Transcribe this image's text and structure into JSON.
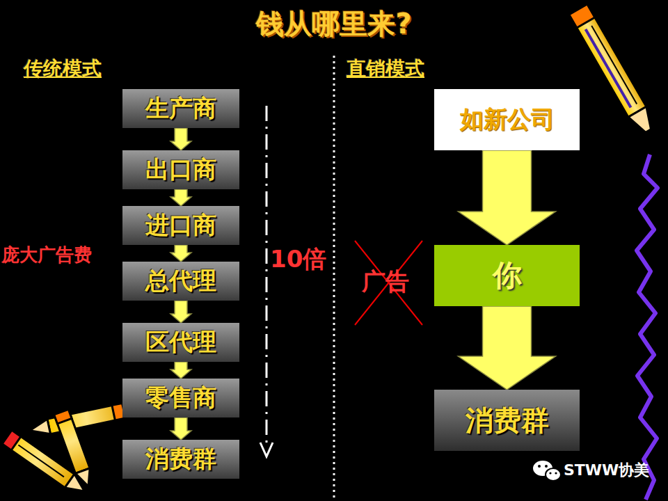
{
  "diagram": {
    "title": "钱从哪里来?",
    "nodes": [
      {
        "text": [
          "生产商"
        ]
      },
      {
        "text": [
          "出口商"
        ]
      },
      {
        "text": [
          "进口商"
        ]
      },
      {
        "text": [
          "总代理"
        ]
      },
      {
        "text": [
          "区代理"
        ]
      },
      {
        "text": [
          "零售商"
        ]
      },
      {
        "text": [
          "消费群"
        ]
      },
      {
        "text": [
          "如新公司"
        ]
      },
      {
        "text": [
          "你"
        ]
      },
      {
        "text": [
          "消费群"
        ]
      }
    ],
    "edges": [
      {
        "from": 0,
        "to": 1,
        "arrow": "to"
      },
      {
        "from": 1,
        "to": 2,
        "arrow": "to"
      },
      {
        "from": 2,
        "to": 3,
        "arrow": "to"
      },
      {
        "from": 3,
        "to": 4,
        "arrow": "to"
      },
      {
        "from": 4,
        "to": 5,
        "arrow": "to"
      },
      {
        "from": 5,
        "to": 6,
        "arrow": "to"
      },
      {
        "from": 7,
        "to": 8,
        "arrow": "to"
      },
      {
        "from": 8,
        "to": 9,
        "arrow": "to"
      }
    ],
    "labels": [
      "传统模式",
      "直销模式",
      "庞大广告费",
      "10倍",
      "广告",
      "STWW协美"
    ]
  }
}
